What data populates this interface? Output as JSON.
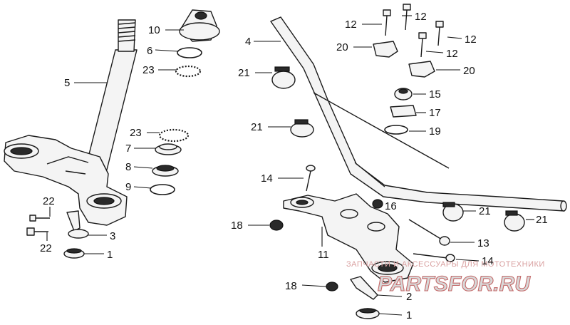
{
  "watermark": {
    "line1": "ЗАПЧАСТИ И АКСЕССУАРЫ ДЛЯ МОТОТЕХНИКИ",
    "line2": "PARTSFOR.RU"
  },
  "callouts": [
    {
      "id": "c10",
      "label": "10"
    },
    {
      "id": "c6",
      "label": "6"
    },
    {
      "id": "c23a",
      "label": "23"
    },
    {
      "id": "c5",
      "label": "5"
    },
    {
      "id": "c23b",
      "label": "23"
    },
    {
      "id": "c7",
      "label": "7"
    },
    {
      "id": "c8",
      "label": "8"
    },
    {
      "id": "c9",
      "label": "9"
    },
    {
      "id": "c22a",
      "label": "22"
    },
    {
      "id": "c22b",
      "label": "22"
    },
    {
      "id": "c3",
      "label": "3"
    },
    {
      "id": "c1a",
      "label": "1"
    },
    {
      "id": "c4",
      "label": "4"
    },
    {
      "id": "c21a",
      "label": "21"
    },
    {
      "id": "c21b",
      "label": "21"
    },
    {
      "id": "c12a",
      "label": "12"
    },
    {
      "id": "c12b",
      "label": "12"
    },
    {
      "id": "c12c",
      "label": "12"
    },
    {
      "id": "c12d",
      "label": "12"
    },
    {
      "id": "c20a",
      "label": "20"
    },
    {
      "id": "c20b",
      "label": "20"
    },
    {
      "id": "c15",
      "label": "15"
    },
    {
      "id": "c17",
      "label": "17"
    },
    {
      "id": "c19",
      "label": "19"
    },
    {
      "id": "c14a",
      "label": "14"
    },
    {
      "id": "c16",
      "label": "16"
    },
    {
      "id": "c21c",
      "label": "21"
    },
    {
      "id": "c21d",
      "label": "21"
    },
    {
      "id": "c18a",
      "label": "18"
    },
    {
      "id": "c13",
      "label": "13"
    },
    {
      "id": "c11",
      "label": "11"
    },
    {
      "id": "c14b",
      "label": "14"
    },
    {
      "id": "c18b",
      "label": "18"
    },
    {
      "id": "c2",
      "label": "2"
    },
    {
      "id": "c1b",
      "label": "1"
    }
  ]
}
